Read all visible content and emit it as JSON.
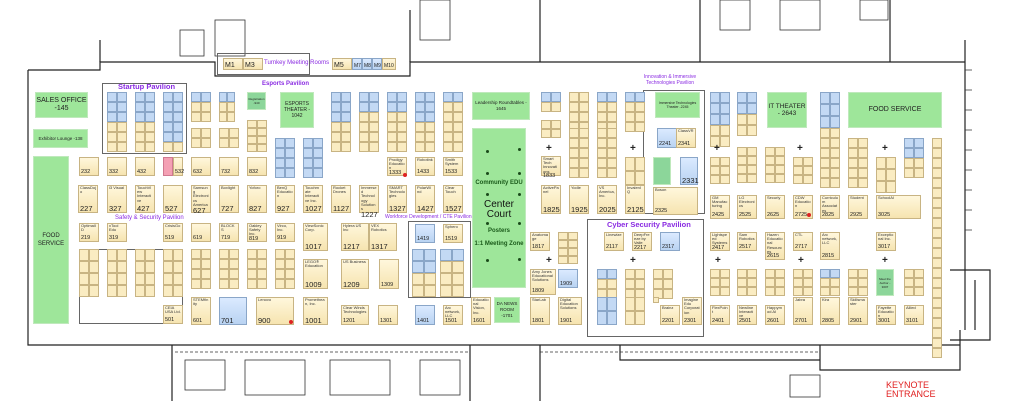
{
  "areas": {
    "sales_office": "SALES OFFICE -145",
    "exhibitor_lounge": "Exhibitor Lounge -138",
    "food_service_left": "FOOD SERVICE",
    "food_service_right": "FOOD SERVICE",
    "esports_theater": "ESPORTS THEATER - 1042",
    "registration": "Registration -940",
    "leadership": "Leadership Roundtables - 1645",
    "center_court": "Center Court",
    "community_edu": "Community EDU",
    "posters": "Posters",
    "meeting_zone": "1:1 Meeting Zone",
    "news_room": "DA NEWS ROOM -1701",
    "immersive_theater": "Immersive Technologies Theater -2245",
    "it_theater": "IT THEATER - 2643",
    "meet_author": "Meet the Author - 3007",
    "keynote": "KEYNOTE ENTRANCE"
  },
  "pavilions": {
    "startup": "Startup Pavilion",
    "esports": "Esports Pavilion",
    "turnkey": "Turnkey Meeting Rooms",
    "safety": "Safety & Security Pavilion",
    "workforce": "Workforce Development / CTE Pavilion",
    "innovation": "Innovation & Immersive Technologies Pavilion",
    "cyber": "Cyber Security Pavilion"
  },
  "meeting_rooms": [
    "M1",
    "M3",
    "M5",
    "M7",
    "M8",
    "M9",
    "M10"
  ],
  "booths": {
    "b227": {
      "name": "ClassDojo",
      "num": "227"
    },
    "b327": {
      "name": "i3 Visual",
      "num": "327"
    },
    "b427": {
      "name": "TouchView Interactive",
      "num": "427"
    },
    "b527": {
      "name": "",
      "num": "527"
    },
    "b627": {
      "name": "Samsung Electronics America",
      "num": "627"
    },
    "b727": {
      "name": "Boxlight",
      "num": "727"
    },
    "b827": {
      "name": "Yoforo",
      "num": "827"
    },
    "b927": {
      "name": "BenQ Education",
      "num": "927"
    },
    "b1027": {
      "name": "Touchmate Interactive Inc.",
      "num": "1027"
    },
    "b1127": {
      "name": "Rocket Drones",
      "num": "1127"
    },
    "b1227": {
      "name": "Immersed Technology Solutions",
      "num": "1227"
    },
    "b1327": {
      "name": "SMART Technologies",
      "num": "1327"
    },
    "b1427": {
      "name": "PolarWind",
      "num": "1427"
    },
    "b1527": {
      "name": "Clear Touch",
      "num": "1527"
    },
    "b1333": {
      "name": "Prodigy Education",
      "num": "1333"
    },
    "b1433": {
      "name": "Robotink",
      "num": "1433"
    },
    "b1533": {
      "name": "Smith System",
      "num": "1533"
    },
    "b219": {
      "name": "OptimalID",
      "num": "219"
    },
    "b319": {
      "name": "xTool Edu",
      "num": "319"
    },
    "b519": {
      "name": "CrisisGo",
      "num": "519"
    },
    "b619": {
      "name": "",
      "num": "619"
    },
    "b719": {
      "name": "BLOCKS",
      "num": "719"
    },
    "b819": {
      "name": "Oakley Safety Inc.",
      "num": "819"
    },
    "b919": {
      "name": "Virco, Inc.",
      "num": "919"
    },
    "b1017": {
      "name": "ViewSonic Corp.",
      "num": "1017"
    },
    "b1217": {
      "name": "Hylera US Inc",
      "num": "1217"
    },
    "b1317": {
      "name": "VEX Robotics",
      "num": "1317"
    },
    "b1419": {
      "name": "",
      "num": "1419"
    },
    "b1519": {
      "name": "Sphero",
      "num": "1519"
    },
    "b1009": {
      "name": "LEGO® Education",
      "num": "1009"
    },
    "b1209": {
      "name": "US Business",
      "num": "1209"
    },
    "b1309": {
      "name": "",
      "num": "1309"
    },
    "b501": {
      "name": "CEIA USA Ltd.",
      "num": "501"
    },
    "b601": {
      "name": "STEMfinity",
      "num": "601"
    },
    "b701": {
      "name": "",
      "num": "701"
    },
    "b900": {
      "name": "Lenovo",
      "num": "900"
    },
    "b1001": {
      "name": "Promethean, Inc.",
      "num": "1001"
    },
    "b1201": {
      "name": "Clear Winds Technologies",
      "num": "1201"
    },
    "b1301": {
      "name": "",
      "num": "1301"
    },
    "b1401": {
      "name": "",
      "num": "1401"
    },
    "b1501": {
      "name": "Arc network, LLC",
      "num": "1501"
    },
    "b1601": {
      "name": "Educational Vision, Inc.",
      "num": "1601"
    },
    "b1817": {
      "name": "Anatomage",
      "num": "1817"
    },
    "b1809": {
      "name": "Amy Jones Educational Solutions",
      "num": "1809"
    },
    "b1909": {
      "name": "",
      "num": "1909"
    },
    "b1801": {
      "name": "StarLab",
      "num": "1801"
    },
    "b1901": {
      "name": "Digital Education Solutions",
      "num": "1901"
    },
    "b1833": {
      "name": "Smart Tech Innovations",
      "num": "1833"
    },
    "b1825": {
      "name": "ActivePanel",
      "num": "1825"
    },
    "b1925": {
      "name": "Yodle",
      "num": "1925"
    },
    "b2025": {
      "name": "VS America, Inc.",
      "num": "2025"
    },
    "b2125": {
      "name": "InvalenIQ",
      "num": "2125"
    },
    "b2325": {
      "name": "Boson",
      "num": "2325"
    },
    "b2241": {
      "name": "",
      "num": "2241"
    },
    "b2341": {
      "name": "ClassVR",
      "num": "2341"
    },
    "b2331": {
      "name": "",
      "num": "2331"
    },
    "b2117": {
      "name": "Linewize",
      "num": "2117"
    },
    "b2217": {
      "name": "DeepFreeze by Vaile",
      "num": "2217"
    },
    "b2317": {
      "name": "",
      "num": "2317"
    },
    "b2201": {
      "name": "Brainz",
      "num": "2201"
    },
    "b2301": {
      "name": "Imagine Edu Corporation",
      "num": "2301"
    },
    "b2425": {
      "name": "GM Manufacturing",
      "num": "2425"
    },
    "b2525": {
      "name": "LG Electronics",
      "num": "2525"
    },
    "b2625": {
      "name": "Securly",
      "num": "2625"
    },
    "b2725": {
      "name": "CDW Education",
      "num": "2725"
    },
    "b2825": {
      "name": "Curriculum Associates",
      "num": "2825"
    },
    "b2925": {
      "name": "Student",
      "num": "2925"
    },
    "b3025": {
      "name": "SchoolAI",
      "num": "3025"
    },
    "b2417": {
      "name": "Lightspeed Systems",
      "num": "2417"
    },
    "b2517": {
      "name": "Sam Robotics",
      "num": "2517"
    },
    "b2615": {
      "name": "Hazen Educational Resources",
      "num": "2615"
    },
    "b2717": {
      "name": "CTL",
      "num": "2717"
    },
    "b2815": {
      "name": "Arc network, LLC",
      "num": "2815"
    },
    "b3017": {
      "name": "Exceptional Inc.",
      "num": "3017"
    },
    "b2401": {
      "name": "FlexPoint",
      "num": "2401"
    },
    "b2501": {
      "name": "Newline Interactive",
      "num": "2501"
    },
    "b2601": {
      "name": "Happymod AI",
      "num": "2601"
    },
    "b2701": {
      "name": "Jabra",
      "num": "2701"
    },
    "b2805": {
      "name": "Kira",
      "num": "2805"
    },
    "b2901": {
      "name": "Skillsmaster",
      "num": "2901"
    },
    "b3001": {
      "name": "Fayette Education",
      "num": "3001"
    },
    "b3101": {
      "name": "Allied",
      "num": "3101"
    },
    "b232": {
      "name": "",
      "num": "232"
    },
    "b332": {
      "name": "",
      "num": "332"
    },
    "b432": {
      "name": "",
      "num": "432"
    },
    "b532": {
      "name": "",
      "num": "532"
    },
    "b632": {
      "name": "",
      "num": "632"
    },
    "b732": {
      "name": "",
      "num": "732"
    },
    "b832": {
      "name": "",
      "num": "832"
    }
  },
  "colors": {
    "booth": "#f6e4b0",
    "blue_booth": "#b9d3f2",
    "green_area": "#9ee69a",
    "pavilion": "#8a2be2",
    "keynote": "#e02020"
  }
}
